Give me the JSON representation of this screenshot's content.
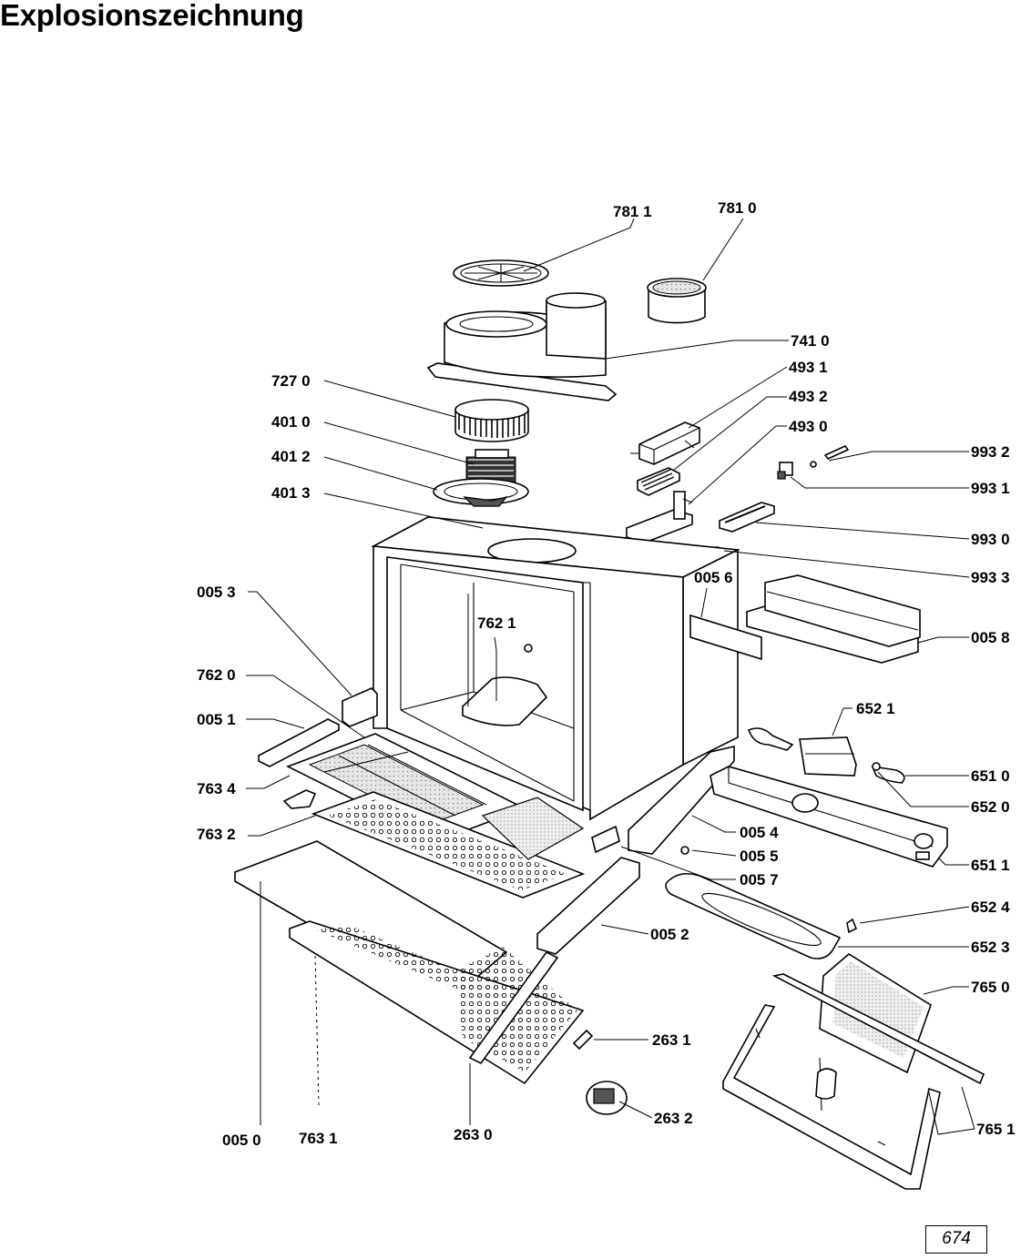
{
  "title": "Explosionszeichnung",
  "page_number": "674",
  "parts": [
    {
      "id": "7811",
      "label": "781 1"
    },
    {
      "id": "7810",
      "label": "781 0"
    },
    {
      "id": "7410",
      "label": "741 0"
    },
    {
      "id": "4931",
      "label": "493 1"
    },
    {
      "id": "4932",
      "label": "493 2"
    },
    {
      "id": "4930",
      "label": "493 0"
    },
    {
      "id": "7270",
      "label": "727 0"
    },
    {
      "id": "4010",
      "label": "401 0"
    },
    {
      "id": "4012",
      "label": "401 2"
    },
    {
      "id": "4013",
      "label": "401 3"
    },
    {
      "id": "9932",
      "label": "993 2"
    },
    {
      "id": "9931",
      "label": "993 1"
    },
    {
      "id": "9930",
      "label": "993 0"
    },
    {
      "id": "9933",
      "label": "993 3"
    },
    {
      "id": "0056",
      "label": "005 6"
    },
    {
      "id": "0053",
      "label": "005 3"
    },
    {
      "id": "7621",
      "label": "762 1"
    },
    {
      "id": "0058",
      "label": "005 8"
    },
    {
      "id": "7620",
      "label": "762 0"
    },
    {
      "id": "6521",
      "label": "652 1"
    },
    {
      "id": "0051",
      "label": "005 1"
    },
    {
      "id": "6510",
      "label": "651 0"
    },
    {
      "id": "7634",
      "label": "763 4"
    },
    {
      "id": "6520",
      "label": "652 0"
    },
    {
      "id": "7632",
      "label": "763 2"
    },
    {
      "id": "0054",
      "label": "005 4"
    },
    {
      "id": "0055",
      "label": "005 5"
    },
    {
      "id": "6511",
      "label": "651 1"
    },
    {
      "id": "0057",
      "label": "005 7"
    },
    {
      "id": "6524",
      "label": "652 4"
    },
    {
      "id": "0052",
      "label": "005 2"
    },
    {
      "id": "6523",
      "label": "652 3"
    },
    {
      "id": "7650",
      "label": "765 0"
    },
    {
      "id": "2631",
      "label": "263 1"
    },
    {
      "id": "2632",
      "label": "263 2"
    },
    {
      "id": "7651",
      "label": "765 1"
    },
    {
      "id": "0050",
      "label": "005 0"
    },
    {
      "id": "7631",
      "label": "763 1"
    },
    {
      "id": "2630",
      "label": "263 0"
    }
  ]
}
